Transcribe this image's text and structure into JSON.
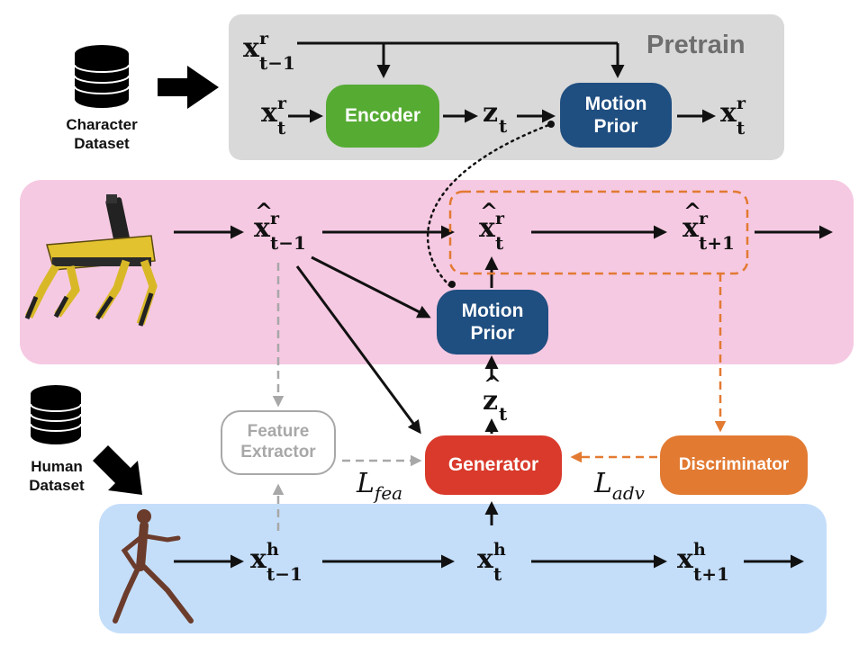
{
  "pretrain": {
    "title": "Pretrain",
    "encoder_label": "Encoder",
    "motion_prior_label_line1": "Motion",
    "motion_prior_label_line2": "Prior",
    "x_prev": {
      "base": "x",
      "sup": "r",
      "sub": "t−1"
    },
    "x_curr": {
      "base": "x",
      "sup": "r",
      "sub": "t"
    },
    "z": {
      "base": "z",
      "sub": "t"
    },
    "x_out": {
      "base": "x",
      "sup": "r",
      "sub": "t"
    }
  },
  "character_dataset": {
    "line1": "Character",
    "line2": "Dataset",
    "icon": "database-icon"
  },
  "human_dataset": {
    "line1": "Human",
    "line2": "Dataset",
    "icon": "database-icon"
  },
  "robot_row": {
    "icon": "robot-dog-icon",
    "x_hat_prev": {
      "base": "x",
      "sup": "r",
      "sub": "t−1"
    },
    "x_hat_curr": {
      "base": "x",
      "sup": "r",
      "sub": "t"
    },
    "x_hat_next": {
      "base": "x",
      "sup": "r",
      "sub": "t+1"
    },
    "motion_prior_label_line1": "Motion",
    "motion_prior_label_line2": "Prior"
  },
  "middle": {
    "feature_extractor_line1": "Feature",
    "feature_extractor_line2": "Extractor",
    "generator_label": "Generator",
    "discriminator_label": "Discriminator",
    "z_hat": {
      "base": "z",
      "sub": "t"
    },
    "loss_fea": {
      "base": "L",
      "sub": "fea"
    },
    "loss_adv": {
      "base": "L",
      "sub": "adv"
    }
  },
  "human_row": {
    "icon": "human-figure-icon",
    "x_prev": {
      "base": "x",
      "sup": "h",
      "sub": "t−1"
    },
    "x_curr": {
      "base": "x",
      "sup": "h",
      "sub": "t"
    },
    "x_next": {
      "base": "x",
      "sup": "h",
      "sub": "t+1"
    }
  },
  "colors": {
    "pretrain_bg": "#d9d9d9",
    "robot_bg": "#f6c9e2",
    "human_bg": "#c4defa",
    "encoder": "#56ab33",
    "motion_prior": "#1f4e80",
    "generator": "#d93a2b",
    "discriminator": "#e27a32",
    "orange_dashed": "#e27a32",
    "gray_dashed": "#a8a8a8"
  }
}
